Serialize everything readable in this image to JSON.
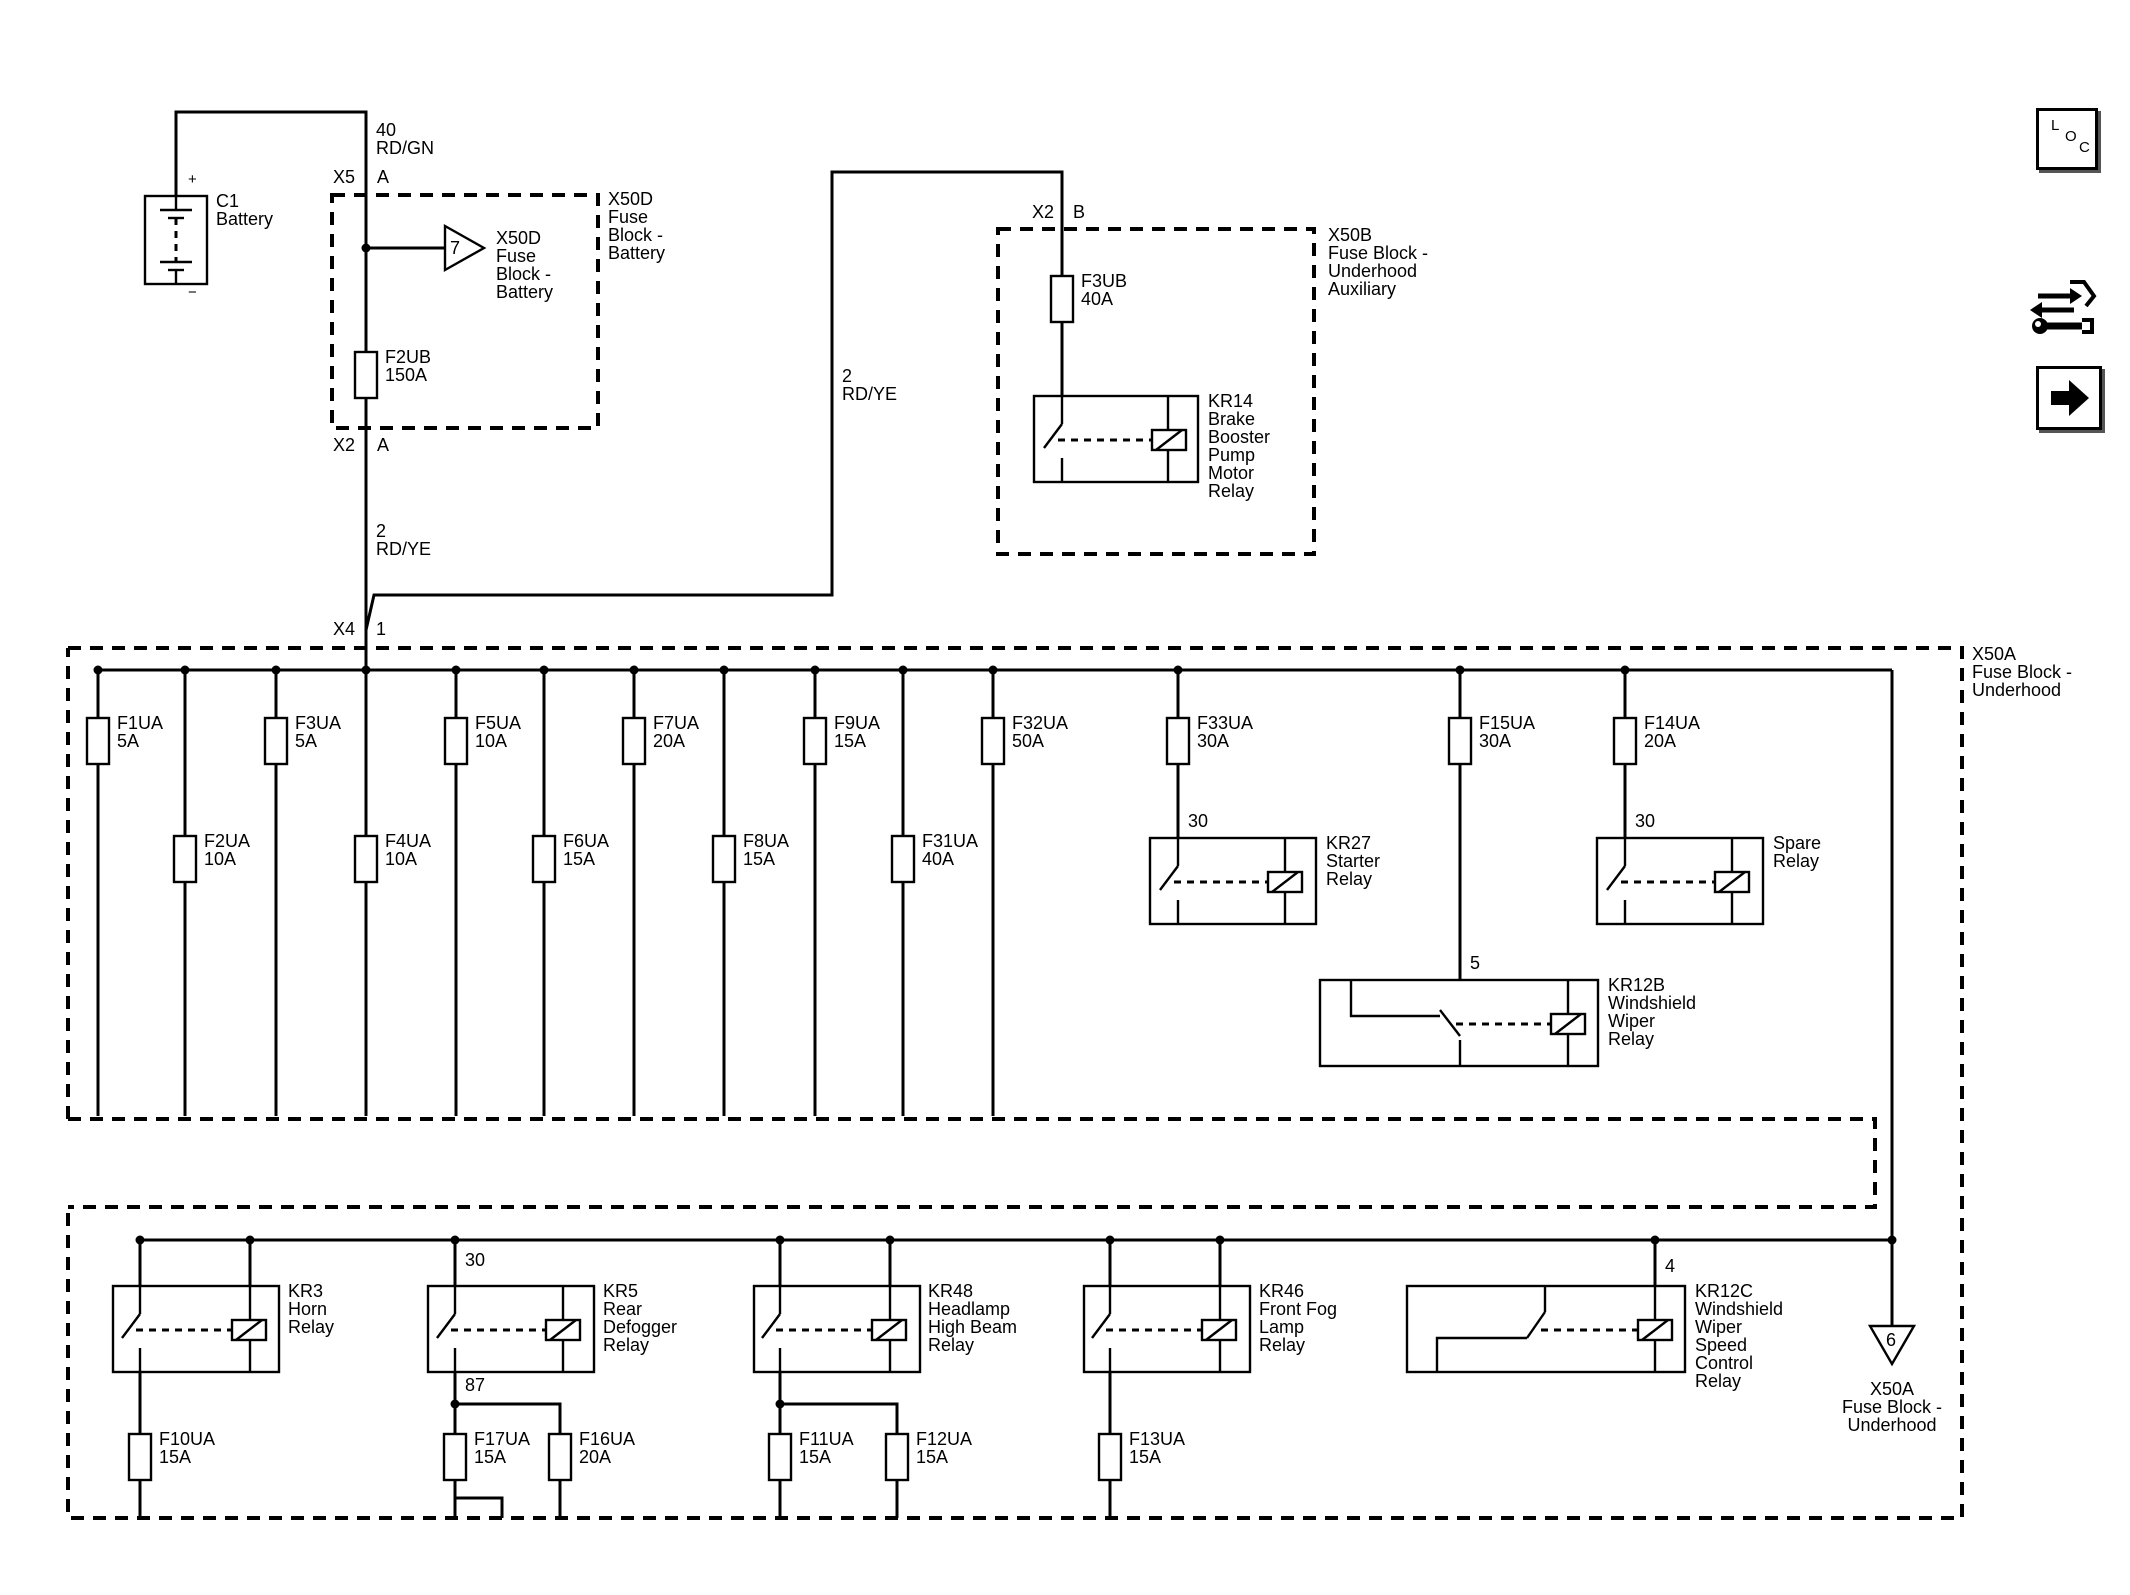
{
  "battery": {
    "ref": "C1",
    "name": "Battery",
    "plus": "+",
    "minus": "−"
  },
  "wires": {
    "w40": {
      "circuit": "40",
      "color": "RD/GN"
    },
    "w2a": {
      "circuit": "2",
      "color": "RD/YE"
    },
    "w2b": {
      "circuit": "2",
      "color": "RD/YE"
    }
  },
  "connectors": {
    "x5": {
      "ref": "X5",
      "pin": "A"
    },
    "x2a": {
      "ref": "X2",
      "pin": "A"
    },
    "x2b": {
      "ref": "X2",
      "pin": "B"
    },
    "x4": {
      "ref": "X4",
      "pin": "1"
    }
  },
  "x50d": {
    "label": [
      "X50D",
      "Fuse",
      "Block -",
      "Battery"
    ],
    "ref_label": [
      "X50D",
      "Fuse",
      "Block -",
      "Battery"
    ],
    "ref_pin": "7",
    "fuse": {
      "name": "F2UB",
      "rating": "150A"
    }
  },
  "x50b": {
    "label": [
      "X50B",
      "Fuse Block -",
      "Underhood",
      "Auxiliary"
    ],
    "fuse": {
      "name": "F3UB",
      "rating": "40A"
    },
    "relay": [
      "KR14",
      "Brake",
      "Booster",
      "Pump",
      "Motor",
      "Relay"
    ]
  },
  "x50a": {
    "label": [
      "X50A",
      "Fuse Block -",
      "Underhood"
    ],
    "ref_label": [
      "X50A",
      "Fuse Block -",
      "Underhood"
    ],
    "ref_pin": "6",
    "top_fuses": [
      {
        "name": "F1UA",
        "rating": "5A"
      },
      {
        "name": "F2UA",
        "rating": "10A"
      },
      {
        "name": "F3UA",
        "rating": "5A"
      },
      {
        "name": "F4UA",
        "rating": "10A"
      },
      {
        "name": "F5UA",
        "rating": "10A"
      },
      {
        "name": "F6UA",
        "rating": "15A"
      },
      {
        "name": "F7UA",
        "rating": "20A"
      },
      {
        "name": "F8UA",
        "rating": "15A"
      },
      {
        "name": "F9UA",
        "rating": "15A"
      },
      {
        "name": "F31UA",
        "rating": "40A"
      },
      {
        "name": "F32UA",
        "rating": "50A"
      },
      {
        "name": "F33UA",
        "rating": "30A"
      },
      {
        "name": "F15UA",
        "rating": "30A"
      },
      {
        "name": "F14UA",
        "rating": "20A"
      }
    ],
    "top_relays": {
      "kr27": {
        "pin": "30",
        "label": [
          "KR27",
          "Starter",
          "Relay"
        ]
      },
      "spare": {
        "pin": "30",
        "label": [
          "Spare",
          "Relay"
        ]
      },
      "kr12b": {
        "pin": "5",
        "label": [
          "KR12B",
          "Windshield",
          "Wiper",
          "Relay"
        ]
      }
    },
    "bottom_relays": {
      "kr3": {
        "label": [
          "KR3",
          "Horn",
          "Relay"
        ]
      },
      "kr5": {
        "pin_in": "30",
        "pin_out": "87",
        "label": [
          "KR5",
          "Rear",
          "Defogger",
          "Relay"
        ]
      },
      "kr48": {
        "label": [
          "KR48",
          "Headlamp",
          "High Beam",
          "Relay"
        ]
      },
      "kr46": {
        "label": [
          "KR46",
          "Front Fog",
          "Lamp",
          "Relay"
        ]
      },
      "kr12c": {
        "pin": "4",
        "label": [
          "KR12C",
          "Windshield",
          "Wiper",
          "Speed",
          "Control",
          "Relay"
        ]
      }
    },
    "bottom_fuses": [
      {
        "name": "F10UA",
        "rating": "15A"
      },
      {
        "name": "F17UA",
        "rating": "15A"
      },
      {
        "name": "F16UA",
        "rating": "20A"
      },
      {
        "name": "F11UA",
        "rating": "15A"
      },
      {
        "name": "F12UA",
        "rating": "15A"
      },
      {
        "name": "F13UA",
        "rating": "15A"
      }
    ]
  },
  "nav": {
    "loc_letters": [
      "L",
      "O",
      "C"
    ],
    "icons": [
      "connector-repair-icon",
      "next-page-arrow-icon"
    ]
  }
}
